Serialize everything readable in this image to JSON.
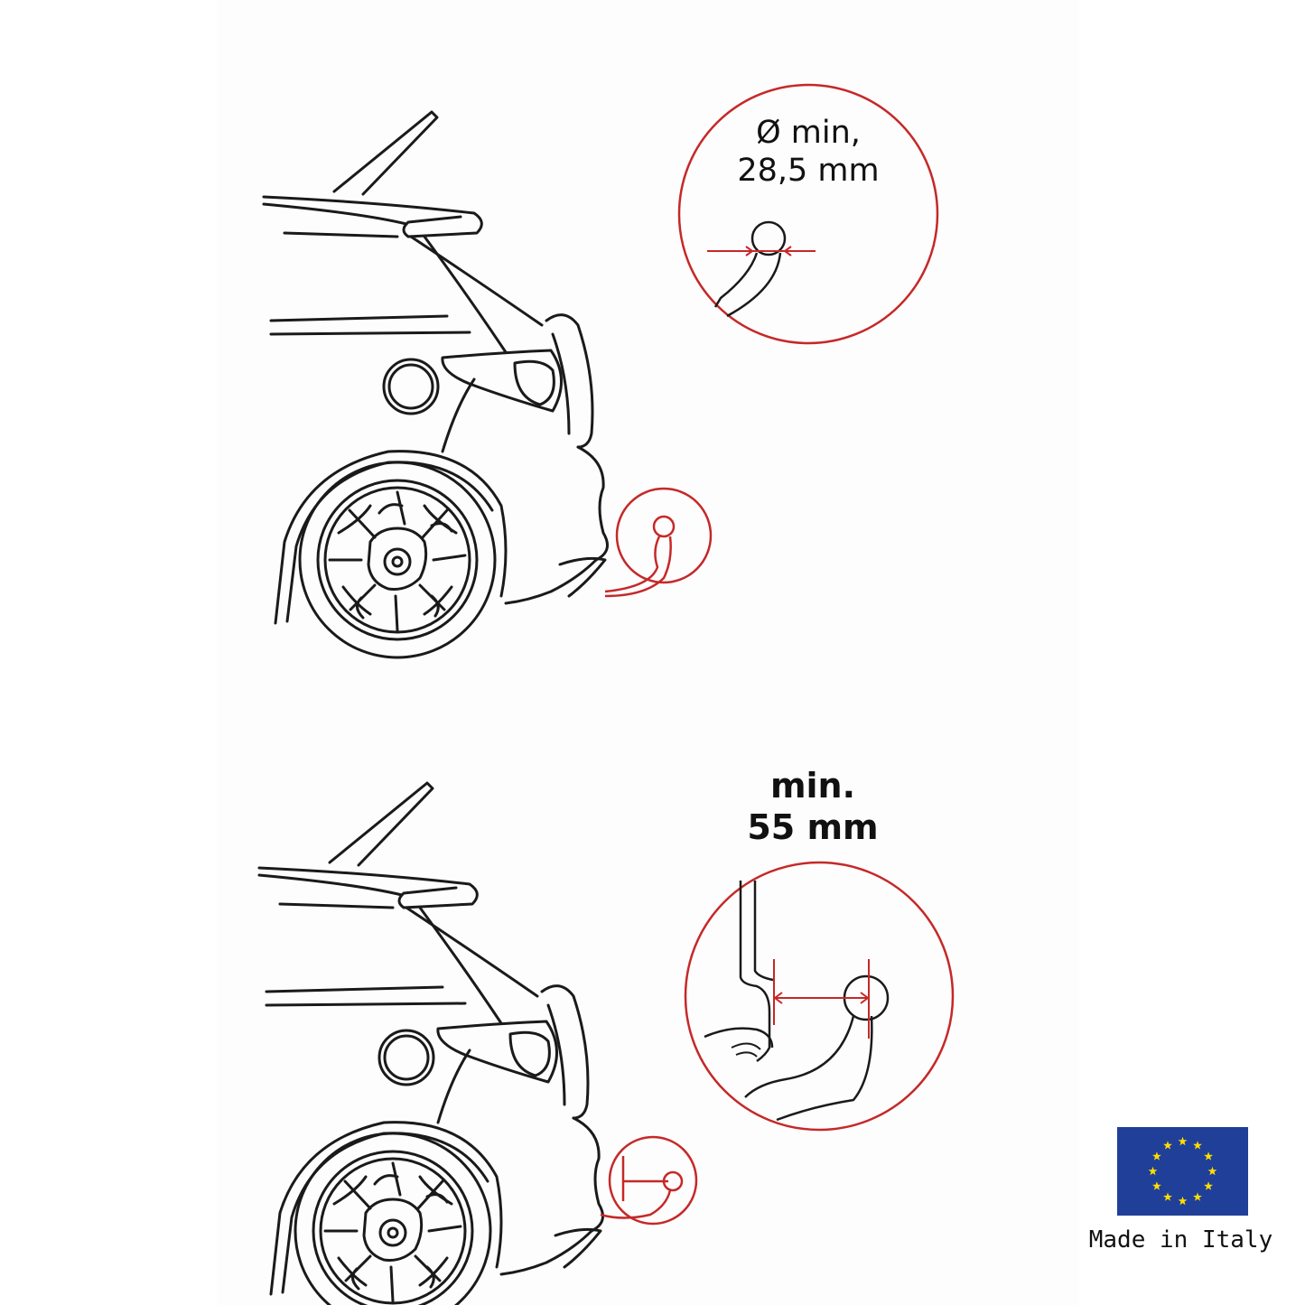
{
  "callouts": {
    "ball_diameter": {
      "line1": "Ø min,",
      "line2": "28,5 mm"
    },
    "clearance": {
      "line1": "min.",
      "line2": "55 mm"
    }
  },
  "badge": {
    "origin_text": "Made in Italy",
    "flag_icon": "eu-flag-icon"
  },
  "colors": {
    "accent_red": "#c62828",
    "flag_blue": "#1f3f99",
    "star_yellow": "#ffdd00",
    "line_ink": "#1a1a1a"
  }
}
